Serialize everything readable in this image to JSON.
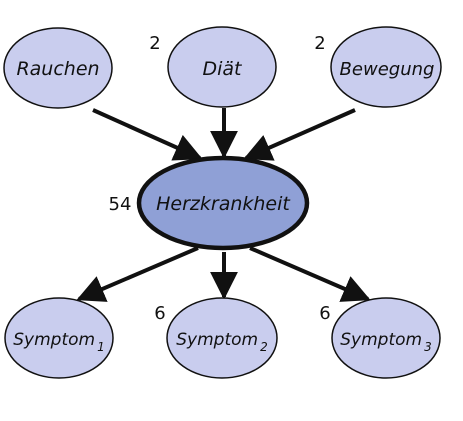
{
  "nodes": {
    "smoking": {
      "label": "Rauchen",
      "count": ""
    },
    "diet": {
      "label": "Diät",
      "count": "2"
    },
    "exercise": {
      "label": "Bewegung",
      "count": "2"
    },
    "heart_disease": {
      "label": "Herzkrankheit",
      "count": "54"
    },
    "symptom1": {
      "label": "Symptom",
      "subscript": "1",
      "count": ""
    },
    "symptom2": {
      "label": "Symptom",
      "subscript": "2",
      "count": "6"
    },
    "symptom3": {
      "label": "Symptom",
      "subscript": "3",
      "count": "6"
    }
  },
  "colors": {
    "node_fill": "#c9cdee",
    "central_fill": "#8fa0d6",
    "stroke": "#111111",
    "edge": "#111111"
  },
  "edges": [
    {
      "from": "smoking",
      "to": "heart_disease"
    },
    {
      "from": "diet",
      "to": "heart_disease"
    },
    {
      "from": "exercise",
      "to": "heart_disease"
    },
    {
      "from": "heart_disease",
      "to": "symptom1"
    },
    {
      "from": "heart_disease",
      "to": "symptom2"
    },
    {
      "from": "heart_disease",
      "to": "symptom3"
    }
  ]
}
